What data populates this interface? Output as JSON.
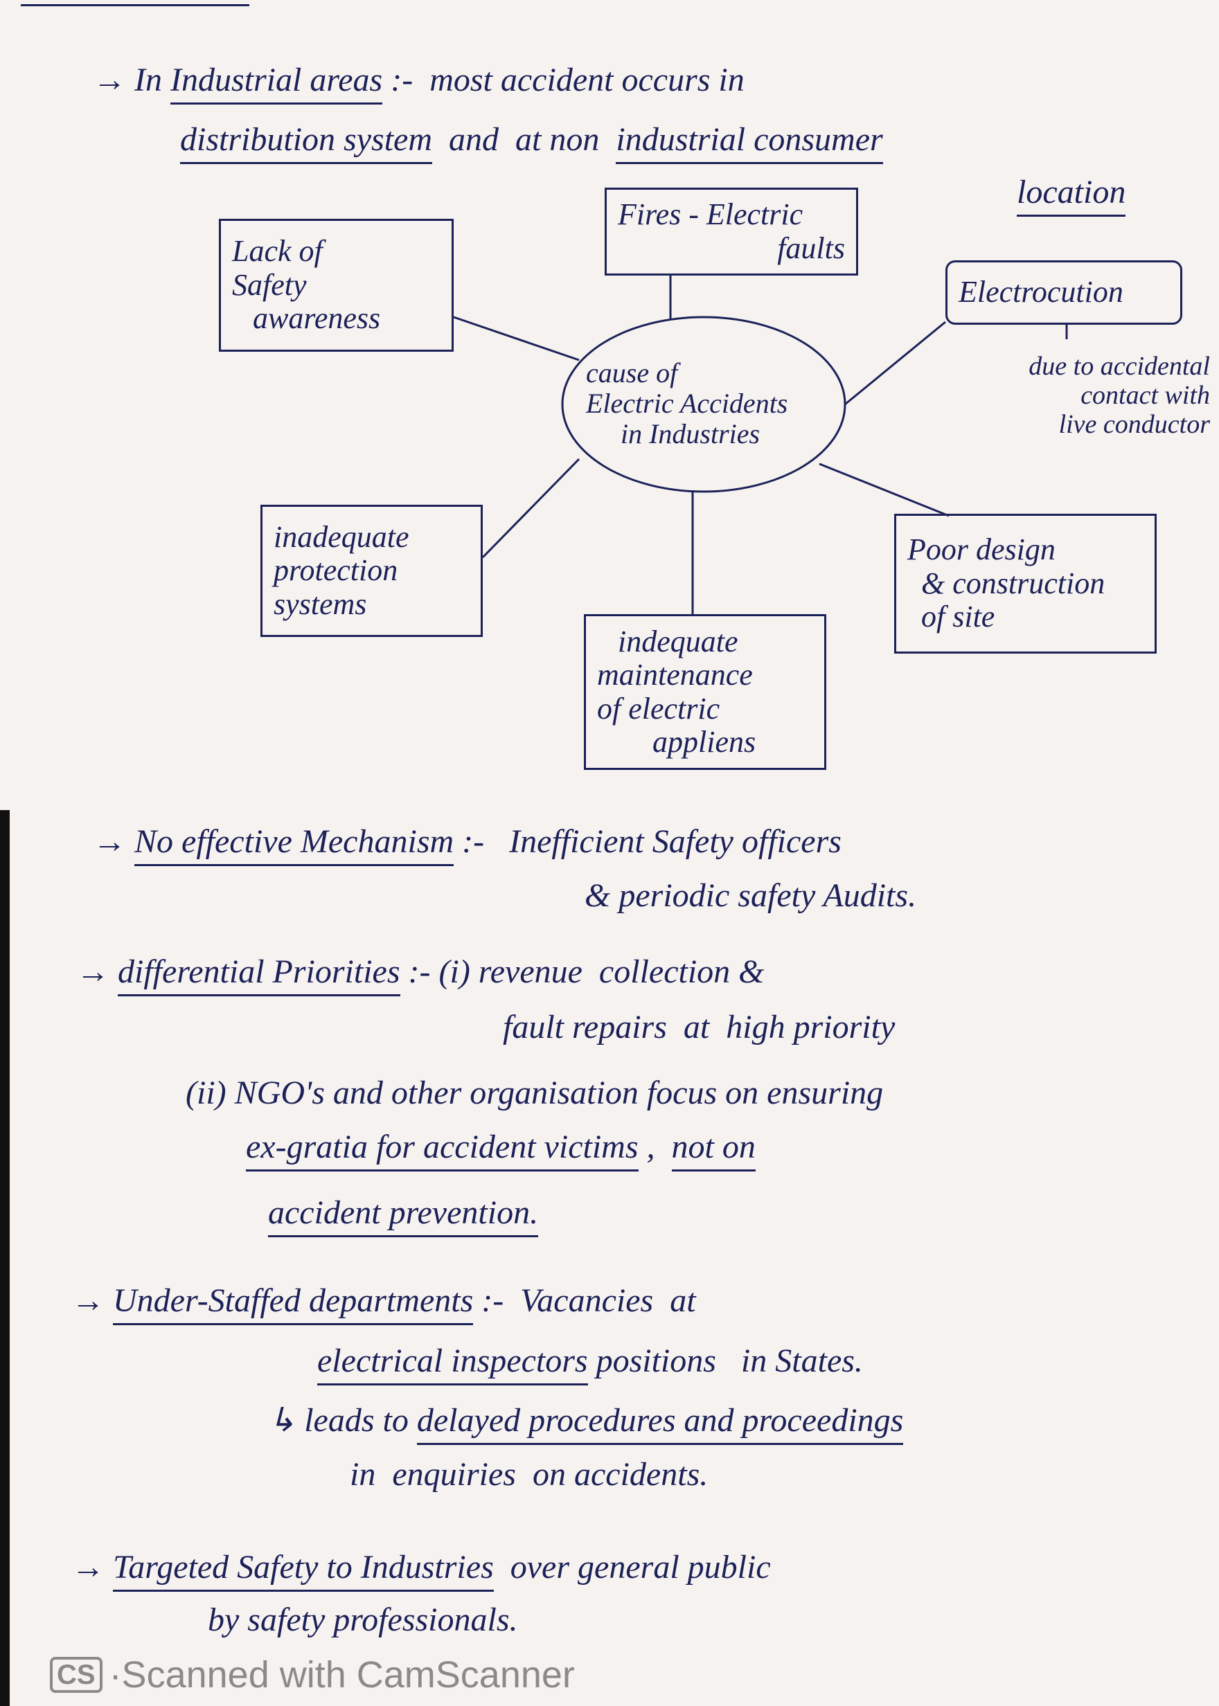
{
  "intro": {
    "lines": [
      {
        "parts": [
          {
            "t": "→ In "
          },
          {
            "t": "Industrial areas",
            "u": true
          },
          {
            "t": " :-  most accident occurs in"
          }
        ]
      },
      {
        "parts": [
          {
            "t": "distribution system",
            "u": true
          },
          {
            "t": "  and  at non  "
          },
          {
            "t": "industrial consumer",
            "u": true
          }
        ]
      },
      {
        "parts": [
          {
            "t": "location",
            "u": true
          }
        ]
      }
    ]
  },
  "diagram": {
    "center": [
      "cause of",
      "Electric Accidents",
      "in Industries"
    ],
    "lack": [
      "Lack of",
      "Safety",
      "awareness"
    ],
    "fires": [
      "Fires - Electric",
      "faults"
    ],
    "electrocution": "Electrocution",
    "electrocution_note": [
      "due to accidental",
      "contact with",
      "live conductor"
    ],
    "protection": [
      "inadequate",
      "protection",
      "systems"
    ],
    "maintenance": [
      "indequate",
      "maintenance",
      "of electric",
      "appliens"
    ],
    "design": [
      "Poor design",
      "& construction",
      "of site"
    ]
  },
  "notes": {
    "lines": [
      {
        "parts": [
          {
            "t": "→ "
          },
          {
            "t": "No effective Mechanism",
            "u": true
          },
          {
            "t": " :-   Inefficient Safety officers"
          }
        ]
      },
      {
        "parts": [
          {
            "t": "& periodic safety Audits."
          }
        ]
      },
      {
        "parts": [
          {
            "t": "→ "
          },
          {
            "t": "differential Priorities",
            "u": true
          },
          {
            "t": " :- (i) revenue  collection &"
          }
        ]
      },
      {
        "parts": [
          {
            "t": "fault repairs  at  high priority"
          }
        ]
      },
      {
        "parts": [
          {
            "t": "(ii) NGO's and other organisation focus on ensuring"
          }
        ]
      },
      {
        "parts": [
          {
            "t": "ex-gratia for accident victims",
            "u": true
          },
          {
            "t": " ,  "
          },
          {
            "t": "not on",
            "u": true
          }
        ]
      },
      {
        "parts": [
          {
            "t": "accident prevention.",
            "u": true
          }
        ]
      },
      {
        "parts": [
          {
            "t": "→ "
          },
          {
            "t": "Under-Staffed departments",
            "u": true
          },
          {
            "t": " :-  Vacancies  at"
          }
        ]
      },
      {
        "parts": [
          {
            "t": "electrical inspectors",
            "u": true
          },
          {
            "t": " positions   in States."
          }
        ]
      },
      {
        "parts": [
          {
            "t": "↳ leads to "
          },
          {
            "t": "delayed procedures and proceedings",
            "u": true
          }
        ]
      },
      {
        "parts": [
          {
            "t": "in  enquiries  on accidents."
          }
        ]
      },
      {
        "parts": [
          {
            "t": "→ "
          },
          {
            "t": "Targeted Safety to Industries",
            "u": true
          },
          {
            "t": "  over general public"
          }
        ]
      },
      {
        "parts": [
          {
            "t": "by safety professionals."
          }
        ]
      }
    ]
  },
  "watermark": {
    "badge": "CS",
    "text": "·Scanned with CamScanner"
  }
}
